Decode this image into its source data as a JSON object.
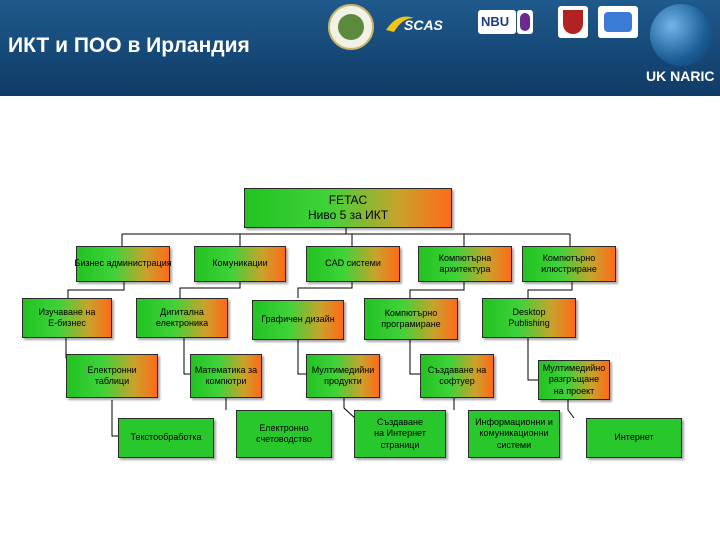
{
  "header": {
    "title": "ИКТ и ПОО в Ирландия",
    "naric_label": "UK NARIC",
    "logo_scas": "SCAS",
    "logo_nbu": "NBU"
  },
  "colors": {
    "header_bg": "#1f5a8c",
    "node_green": "#28c82c",
    "node_gradient_end": "#ff6a1a"
  },
  "chart": {
    "root": "FETAC\nНиво 5 за ИКТ",
    "nodes": {
      "biz_admin": "Бизнес администрация",
      "communications": "Комуникации",
      "cad": "CAD системи",
      "comp_arch": "Компютърна\nархитектура",
      "comp_illus": "Компютърно\nилюстриране",
      "ebusiness": "Изучаване на\nЕ-бизнес",
      "digital_el": "Дигитална\nелектроника",
      "graphic_design": "Графичен дизайн",
      "comp_prog": "Компютърно\nпрограмиране",
      "dtp": "Desktop\nPublishing",
      "spreadsheets": "Електронни\nтаблици",
      "math_comp": "Математика за\nкомпютри",
      "multimedia_prod": "Мултимедийни\nпродукти",
      "software_dev": "Създаване на\nсофтуер",
      "multimedia_deploy": "Мултимедийно\nразгръщане\nна проект",
      "word_proc": "Текстообработка",
      "accounting": "Електронно\nсчетоводство",
      "web_pages": "Създаване\nна Интернет\nстраници",
      "ict_systems": "Информационни и\nкомуникационни\nсистеми",
      "internet": "Интернет"
    }
  }
}
